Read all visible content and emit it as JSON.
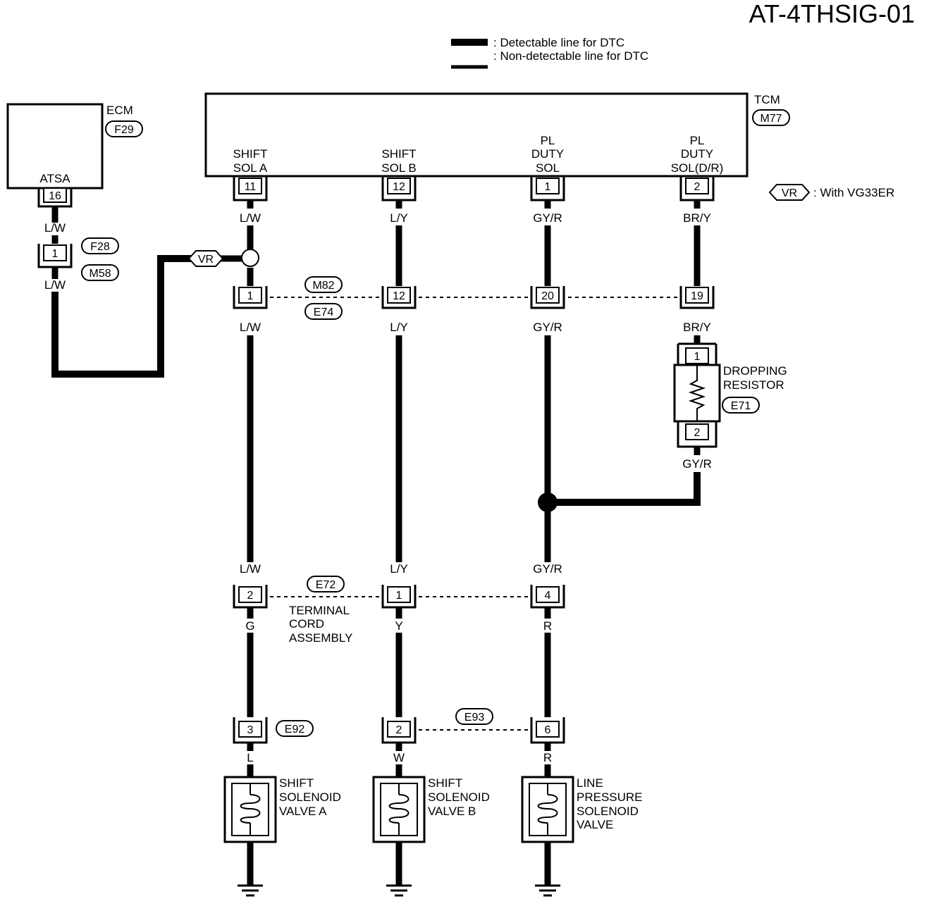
{
  "diagram_id": "AT-4THSIG-01",
  "legend": {
    "detectable": ": Detectable line for DTC",
    "non_detectable": ": Non-detectable line for DTC"
  },
  "vr_note": ": With VG33ER",
  "vr_tag": "VR",
  "ecm": {
    "name": "ECM",
    "connector": "F29",
    "terminal_label": "ATSA",
    "pin": "16"
  },
  "ecm_wire": {
    "upper": "L/W",
    "lower": "L/W"
  },
  "inline_f28": {
    "pin": "1",
    "connector_a": "F28",
    "connector_b": "M58"
  },
  "tcm": {
    "name": "TCM",
    "connector": "M77",
    "terminals": [
      {
        "line1": "SHIFT",
        "line2": "SOL A",
        "line3": "",
        "pin": "11",
        "wire": "L/W"
      },
      {
        "line1": "SHIFT",
        "line2": "SOL B",
        "line3": "",
        "pin": "12",
        "wire": "L/Y"
      },
      {
        "line1": "PL",
        "line2": "DUTY",
        "line3": "SOL",
        "pin": "1",
        "wire": "GY/R"
      },
      {
        "line1": "PL",
        "line2": "DUTY",
        "line3": "SOL(D/R)",
        "pin": "2",
        "wire": "BR/Y"
      }
    ]
  },
  "joint_m82": {
    "connector_a": "M82",
    "connector_b": "E74",
    "pins": [
      "1",
      "12",
      "20",
      "19"
    ],
    "wires_below": [
      "L/W",
      "L/Y",
      "GY/R",
      "BR/Y"
    ]
  },
  "dropping_resistor": {
    "line1": "DROPPING",
    "line2": "RESISTOR",
    "connector": "E71",
    "pin_top": "1",
    "pin_bottom": "2",
    "wire_below": "GY/R"
  },
  "joint_e72": {
    "connector": "E72",
    "wires_above": [
      "L/W",
      "L/Y",
      "GY/R"
    ],
    "pins": [
      "2",
      "1",
      "4"
    ],
    "wires_below": [
      "G",
      "Y",
      "R"
    ],
    "label_line1": "TERMINAL",
    "label_line2": "CORD",
    "label_line3": "ASSEMBLY"
  },
  "bottom_connectors": {
    "e92": "E92",
    "e93": "E93",
    "pins": [
      "3",
      "2",
      "6"
    ],
    "wires": [
      "L",
      "W",
      "R"
    ]
  },
  "solenoids": [
    {
      "line1": "SHIFT",
      "line2": "SOLENOID",
      "line3": "VALVE A"
    },
    {
      "line1": "SHIFT",
      "line2": "SOLENOID",
      "line3": "VALVE B"
    },
    {
      "line1": "LINE",
      "line2": "PRESSURE",
      "line3": "SOLENOID",
      "line4": "VALVE"
    }
  ]
}
